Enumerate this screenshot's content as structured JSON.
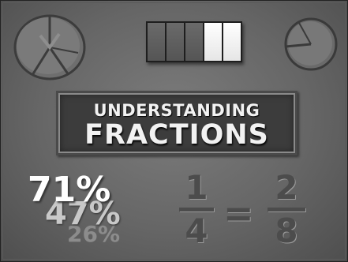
{
  "title": {
    "line1": "UNDERSTANDING",
    "line2": "FRACTIONS"
  },
  "fraction_bar": {
    "total_segments": 5,
    "shaded_segments": 2
  },
  "percentages": [
    "71%",
    "47%",
    "26%"
  ],
  "equation": {
    "left_numerator": "1",
    "left_denominator": "4",
    "equals": "=",
    "right_numerator": "2",
    "right_denominator": "8"
  },
  "colors": {
    "background": "#666666",
    "bar_dark": "#555555",
    "bar_light": "#ffffff",
    "title_text": "#f2f2f2"
  },
  "icons": {
    "left": "pie-chart-icon",
    "right": "pie-chart-icon"
  }
}
